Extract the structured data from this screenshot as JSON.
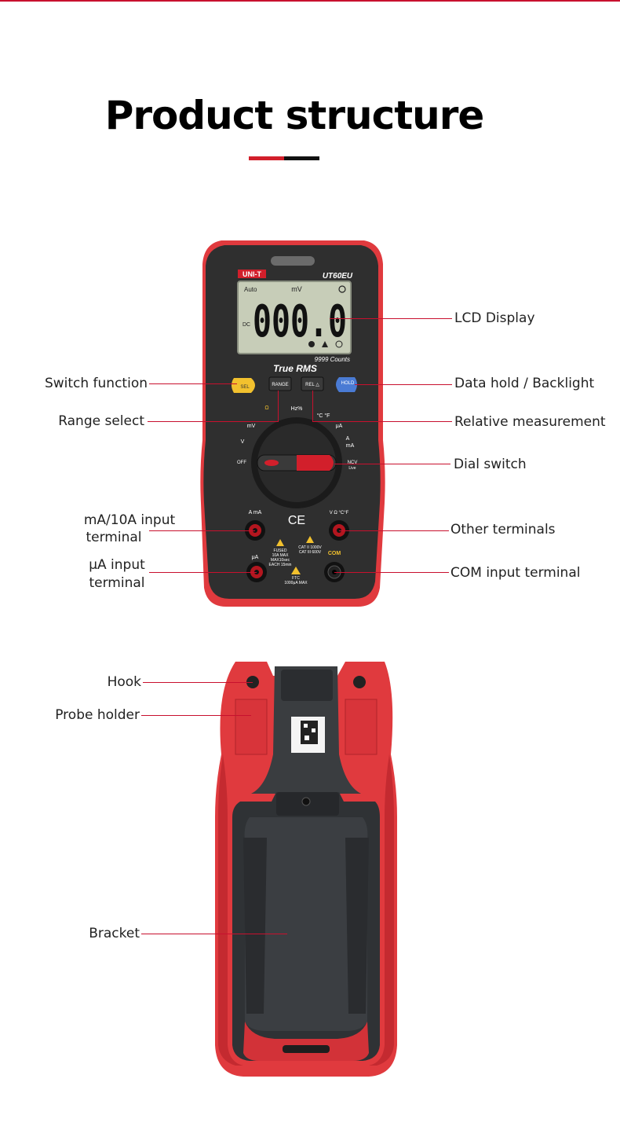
{
  "title": "Product structure",
  "device": {
    "brand": "UNI-T",
    "model": "UT60EU",
    "lcd": {
      "auto": "Auto",
      "unit": "mV",
      "mode": "DC",
      "reading": "000.0"
    },
    "counts": "9999 Counts",
    "true_rms": "True RMS",
    "buttons": {
      "select": "SEL",
      "range": "RANGE",
      "rel": "REL △",
      "hold": "HOLD"
    },
    "dial_marks": {
      "ohm": "Ω",
      "hz": "Hz%",
      "temp": "°C °F",
      "ua": "μA",
      "ma": "mA",
      "a": "A",
      "mv": "mV",
      "v": "V",
      "off": "OFF",
      "ncv": "NCV",
      "live": "Live"
    },
    "terminals": {
      "ama": "A mA",
      "ua": "μA",
      "com": "COM",
      "vohm": "V Ω °C°F",
      "fused": "FUSED",
      "ten_a": "10A MAX",
      "max10": "MAX10sec",
      "each": "EACH 15min",
      "cat1": "CAT II 1000V",
      "cat2": "CAT III 600V",
      "ftc": "FTC",
      "ua_max": "1000μA MAX"
    },
    "ce": "CE"
  },
  "annotations": {
    "lcd_display": "LCD Display",
    "switch_function": "Switch function",
    "data_hold": "Data hold / Backlight",
    "range_select": "Range select",
    "relative": "Relative measurement",
    "dial_switch": "Dial switch",
    "ma_input_1": "mA/10A input",
    "ma_input_2": "terminal",
    "other_terminals": "Other  terminals",
    "ua_input_1": "μA input",
    "ua_input_2": "terminal",
    "com_terminal": "COM input terminal",
    "hook": "Hook",
    "probe_holder": "Probe holder",
    "bracket": "Bracket"
  },
  "colors": {
    "accent_red": "#d21f2b",
    "body_red": "#e03a3e",
    "face_dark": "#2b2b2b",
    "lcd_green": "#c7cdb8",
    "hold_blue": "#4a7bd4",
    "sel_yellow": "#f2c12e"
  }
}
